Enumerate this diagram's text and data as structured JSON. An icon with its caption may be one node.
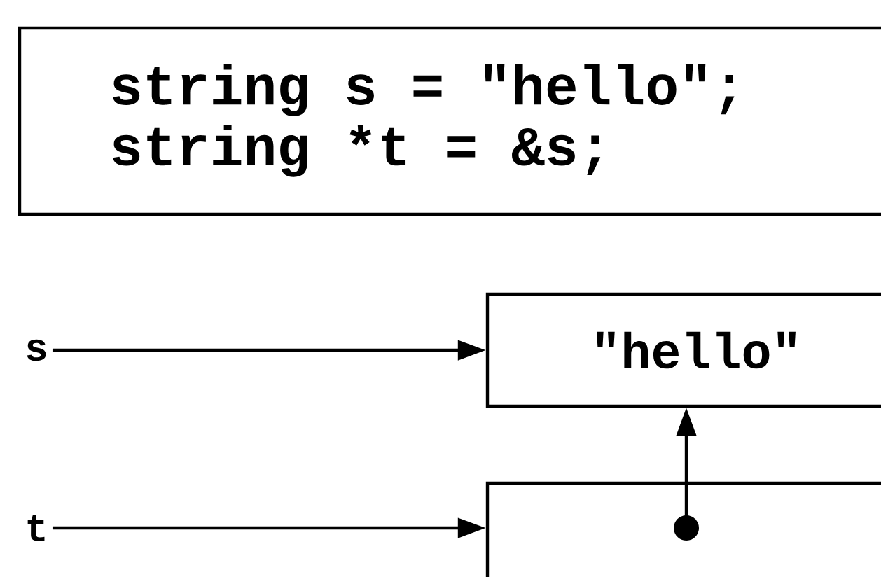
{
  "diagram": {
    "nodes": [
      {
        "text": [
          "string s = \"hello\";",
          "string *t = &s;"
        ]
      },
      {
        "text": [
          "s"
        ]
      },
      {
        "text": [
          "\"hello\""
        ]
      },
      {
        "text": [
          "t"
        ]
      },
      {
        "text": [],
        "shape": "box"
      },
      {
        "text": [],
        "shape": "circle",
        "in": 4
      }
    ],
    "edges": [
      {
        "from": 1,
        "to": 2,
        "arrow": "to"
      },
      {
        "from": 3,
        "to": 4,
        "arrow": "to"
      },
      {
        "from": 5,
        "to": 2,
        "arrow": "to"
      }
    ]
  }
}
